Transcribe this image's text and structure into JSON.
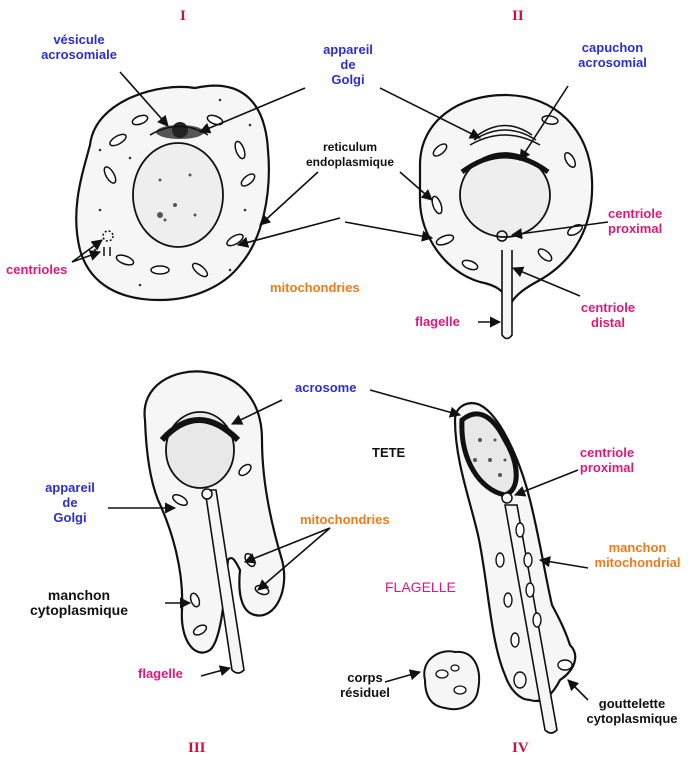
{
  "colors": {
    "blue": "#2b2fd0",
    "pink": "#e0177a",
    "orange": "#f07a1a",
    "black": "#111111",
    "roman": "#d0103a"
  },
  "stages": {
    "i": "I",
    "ii": "II",
    "iii": "III",
    "iv": "IV"
  },
  "labels": {
    "vesicule_acrosomiale": [
      "vésicule",
      "acrosomiale"
    ],
    "appareil_golgi_top": [
      "appareil",
      "de",
      "Golgi"
    ],
    "reticulum": [
      "reticulum",
      "endoplasmique"
    ],
    "centrioles": "centrioles",
    "mitochondries_top": "mitochondries",
    "capuchon_acrosomial": [
      "capuchon",
      "acrosomial"
    ],
    "centriole_proximal_top": [
      "centriole",
      "proximal"
    ],
    "centriole_distal": [
      "centriole",
      "distal"
    ],
    "flagelle_top": "flagelle",
    "acrosome": "acrosome",
    "tete": "TETE",
    "centriole_proximal_bottom": [
      "centriole",
      "proximal"
    ],
    "appareil_golgi_bottom": [
      "appareil",
      "de",
      "Golgi"
    ],
    "mitochondries_bottom": "mitochondries",
    "manchon_mitochondrial": [
      "manchon",
      "mitochondrial"
    ],
    "flagelle_caps": "FLAGELLE",
    "manchon_cytoplasmique": [
      "manchon",
      "cytoplasmique"
    ],
    "flagelle_bottom": "flagelle",
    "corps_residuel": [
      "corps",
      "résiduel"
    ],
    "gouttelette": [
      "gouttelette",
      "cytoplasmique"
    ]
  }
}
